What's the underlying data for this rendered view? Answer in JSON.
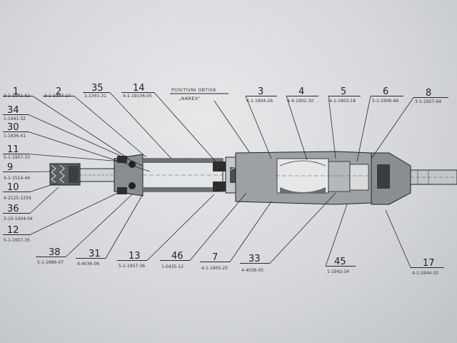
{
  "caption": {
    "line1": "POSITIVNÍ OBTISK",
    "line2": "„NAREX“"
  },
  "callouts": [
    {
      "num": "1",
      "code": "3-1-1901-52"
    },
    {
      "num": "2",
      "code": "3-1-1907-27"
    },
    {
      "num": "35",
      "code": "1-1341-31"
    },
    {
      "num": "14",
      "code": "4-1-19106-05"
    },
    {
      "num": "3",
      "code": "4-1-1904-26"
    },
    {
      "num": "4",
      "code": "4-4-1902-30"
    },
    {
      "num": "5",
      "code": "4-1-1903-18"
    },
    {
      "num": "6",
      "code": "5-1-1906-46"
    },
    {
      "num": "8",
      "code": "3-1-1927-04"
    },
    {
      "num": "34",
      "code": "1-1441-32"
    },
    {
      "num": "30",
      "code": "1-1936-41"
    },
    {
      "num": "11",
      "code": "5-1-1957-33"
    },
    {
      "num": "9",
      "code": "4-1-1514-44"
    },
    {
      "num": "10",
      "code": "4-2125-1259"
    },
    {
      "num": "36",
      "code": "5-10-1004-04"
    },
    {
      "num": "12",
      "code": "5-1-1957-35"
    },
    {
      "num": "38",
      "code": "5-1-1986-07"
    },
    {
      "num": "31",
      "code": "4-4036-06"
    },
    {
      "num": "13",
      "code": "5-1-1957-36"
    },
    {
      "num": "46",
      "code": "1-0435-12"
    },
    {
      "num": "7",
      "code": "4-1-1905-25"
    },
    {
      "num": "33",
      "code": "4-4036-05"
    },
    {
      "num": "45",
      "code": "1-1942-34"
    },
    {
      "num": "17",
      "code": "4-1-1944-32"
    }
  ]
}
